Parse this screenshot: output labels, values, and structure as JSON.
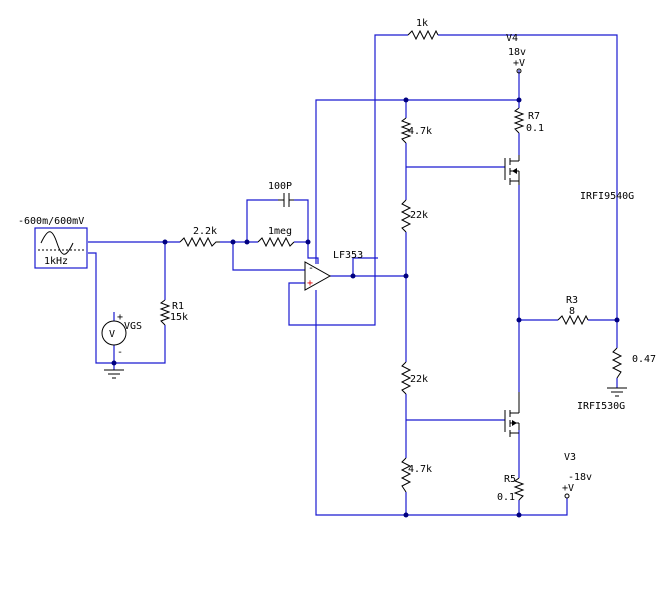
{
  "source": {
    "label": "-600m/600mV",
    "freq": "1kHz"
  },
  "meter": {
    "symbol": "V",
    "name": "VGS",
    "plus": "+",
    "minus": "-"
  },
  "resistors": {
    "r_in": "2.2k",
    "r_fb_top": "1k",
    "r1_name": "R1",
    "r1_value": "15k",
    "r_fb": "1meg",
    "r_bias_top": "4.7k",
    "r_div_top": "22k",
    "r_div_bot": "22k",
    "r_bias_bot": "4.7k",
    "r7_name": "R7",
    "r7_value": "0.1",
    "r5_name": "R5",
    "r5_value": "0.1",
    "r3_name": "R3",
    "r3_value": "8",
    "r_out": "0.47"
  },
  "capacitor": {
    "value": "100P"
  },
  "opamp": {
    "name": "LF353",
    "plus": "+",
    "minus": "-"
  },
  "transistors": {
    "p_channel": "IRFI9540G",
    "n_channel": "IRFI530G"
  },
  "supplies": {
    "v4_name": "V4",
    "v4_value": "18v",
    "v4_sym": "+V",
    "v3_name": "V3",
    "v3_value": "-18v",
    "v3_sym": "+V"
  }
}
